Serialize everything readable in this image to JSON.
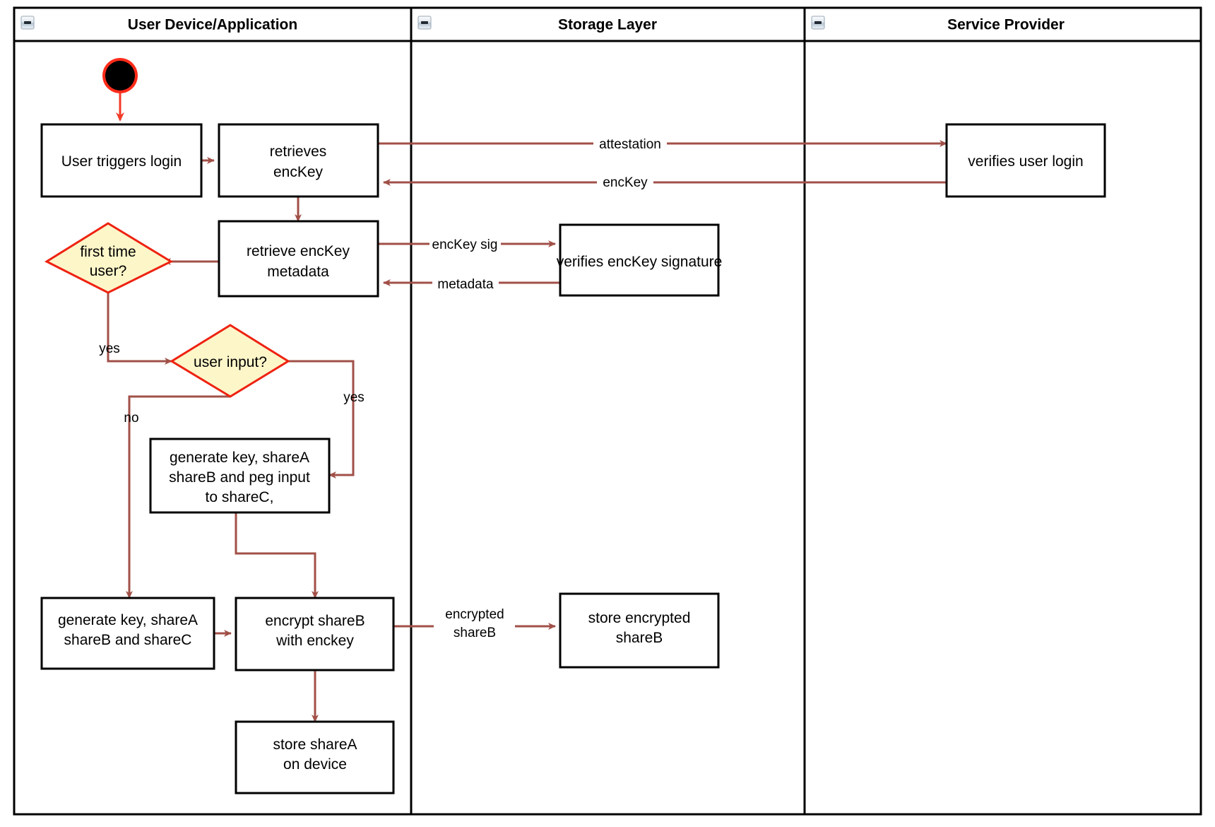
{
  "diagram": {
    "type": "uml-activity-swimlane",
    "title": "",
    "lanes": [
      {
        "id": "user-device",
        "title": "User Device/Application",
        "collapse_icon": "collapse-minus-icon"
      },
      {
        "id": "storage-layer",
        "title": "Storage Layer",
        "collapse_icon": "collapse-minus-icon"
      },
      {
        "id": "service-provider",
        "title": "Service Provider",
        "collapse_icon": "collapse-minus-icon"
      }
    ],
    "colors": {
      "connector": "#a15048",
      "start_connector": "#f23b26",
      "decision_fill": "#fdf6c9",
      "decision_stroke": "#ee2211",
      "node_stroke": "#000000",
      "node_fill": "#ffffff",
      "initial_node_ring": "#ff2b1a",
      "initial_node_fill": "#000000",
      "frame_stroke": "#000000"
    },
    "nodes": [
      {
        "id": "start",
        "lane": "user-device",
        "shape": "initial",
        "label": ""
      },
      {
        "id": "user-triggers-login",
        "lane": "user-device",
        "shape": "action",
        "label": [
          "User triggers login"
        ]
      },
      {
        "id": "retrieves-enckey",
        "lane": "user-device",
        "shape": "action",
        "label": [
          "retrieves",
          "encKey"
        ]
      },
      {
        "id": "verifies-user-login",
        "lane": "service-provider",
        "shape": "action",
        "label": [
          "verifies user login"
        ]
      },
      {
        "id": "retrieve-enckey-metadata",
        "lane": "user-device",
        "shape": "action",
        "label": [
          "retrieve encKey",
          "metadata"
        ]
      },
      {
        "id": "verifies-enckey-signature",
        "lane": "storage-layer",
        "shape": "action",
        "label": [
          "verifies encKey signature"
        ]
      },
      {
        "id": "first-time-user",
        "lane": "user-device",
        "shape": "decision",
        "label": [
          "first time",
          "user?"
        ]
      },
      {
        "id": "user-input",
        "lane": "user-device",
        "shape": "decision",
        "label": [
          "user input?"
        ]
      },
      {
        "id": "generate-peg",
        "lane": "user-device",
        "shape": "action",
        "label": [
          "generate key, shareA",
          "shareB and peg input",
          "to shareC,"
        ]
      },
      {
        "id": "generate-shares",
        "lane": "user-device",
        "shape": "action",
        "label": [
          "generate key, shareA",
          "shareB and shareC"
        ]
      },
      {
        "id": "encrypt-shareb",
        "lane": "user-device",
        "shape": "action",
        "label": [
          "encrypt shareB",
          "with enckey"
        ]
      },
      {
        "id": "store-encrypted-shareb",
        "lane": "storage-layer",
        "shape": "action",
        "label": [
          "store encrypted",
          "shareB"
        ]
      },
      {
        "id": "store-sharea",
        "lane": "user-device",
        "shape": "action",
        "label": [
          "store shareA",
          "on device"
        ]
      }
    ],
    "edges": [
      {
        "from": "start",
        "to": "user-triggers-login",
        "label": ""
      },
      {
        "from": "user-triggers-login",
        "to": "retrieves-enckey",
        "label": ""
      },
      {
        "from": "retrieves-enckey",
        "to": "verifies-user-login",
        "label": "attestation"
      },
      {
        "from": "verifies-user-login",
        "to": "retrieves-enckey",
        "label": "encKey"
      },
      {
        "from": "retrieves-enckey",
        "to": "retrieve-enckey-metadata",
        "label": ""
      },
      {
        "from": "retrieve-enckey-metadata",
        "to": "verifies-enckey-signature",
        "label": "encKey sig"
      },
      {
        "from": "verifies-enckey-signature",
        "to": "retrieve-enckey-metadata",
        "label": "metadata"
      },
      {
        "from": "retrieve-enckey-metadata",
        "to": "first-time-user",
        "label": ""
      },
      {
        "from": "first-time-user",
        "to": "user-input",
        "label": "yes"
      },
      {
        "from": "user-input",
        "to": "generate-peg",
        "label": "yes"
      },
      {
        "from": "user-input",
        "to": "generate-shares",
        "label": "no"
      },
      {
        "from": "generate-peg",
        "to": "encrypt-shareb",
        "label": ""
      },
      {
        "from": "generate-shares",
        "to": "encrypt-shareb",
        "label": ""
      },
      {
        "from": "encrypt-shareb",
        "to": "store-encrypted-shareb",
        "label": "encrypted shareB"
      },
      {
        "from": "encrypt-shareb",
        "to": "store-sharea",
        "label": ""
      }
    ],
    "edge_labels": {
      "attestation": "attestation",
      "enckey": "encKey",
      "enckey_sig": "encKey sig",
      "metadata": "metadata",
      "yes_first": "yes",
      "yes_input": "yes",
      "no_input": "no",
      "encrypted_l1": "encrypted",
      "encrypted_l2": "shareB"
    },
    "node_text": {
      "user_triggers_login_l1": "User triggers login",
      "retrieves_enckey_l1": "retrieves",
      "retrieves_enckey_l2": "encKey",
      "verifies_user_login_l1": "verifies user login",
      "retrieve_metadata_l1": "retrieve encKey",
      "retrieve_metadata_l2": "metadata",
      "verifies_sig_l1": "verifies encKey signature",
      "first_time_user_l1": "first time",
      "first_time_user_l2": "user?",
      "user_input_l1": "user input?",
      "generate_peg_l1": "generate key, shareA",
      "generate_peg_l2": "shareB and peg input",
      "generate_peg_l3": "to shareC,",
      "generate_shares_l1": "generate key, shareA",
      "generate_shares_l2": "shareB and shareC",
      "encrypt_shareb_l1": "encrypt shareB",
      "encrypt_shareb_l2": "with enckey",
      "store_enc_shareb_l1": "store encrypted",
      "store_enc_shareb_l2": "shareB",
      "store_sharea_l1": "store shareA",
      "store_sharea_l2": "on device"
    }
  }
}
